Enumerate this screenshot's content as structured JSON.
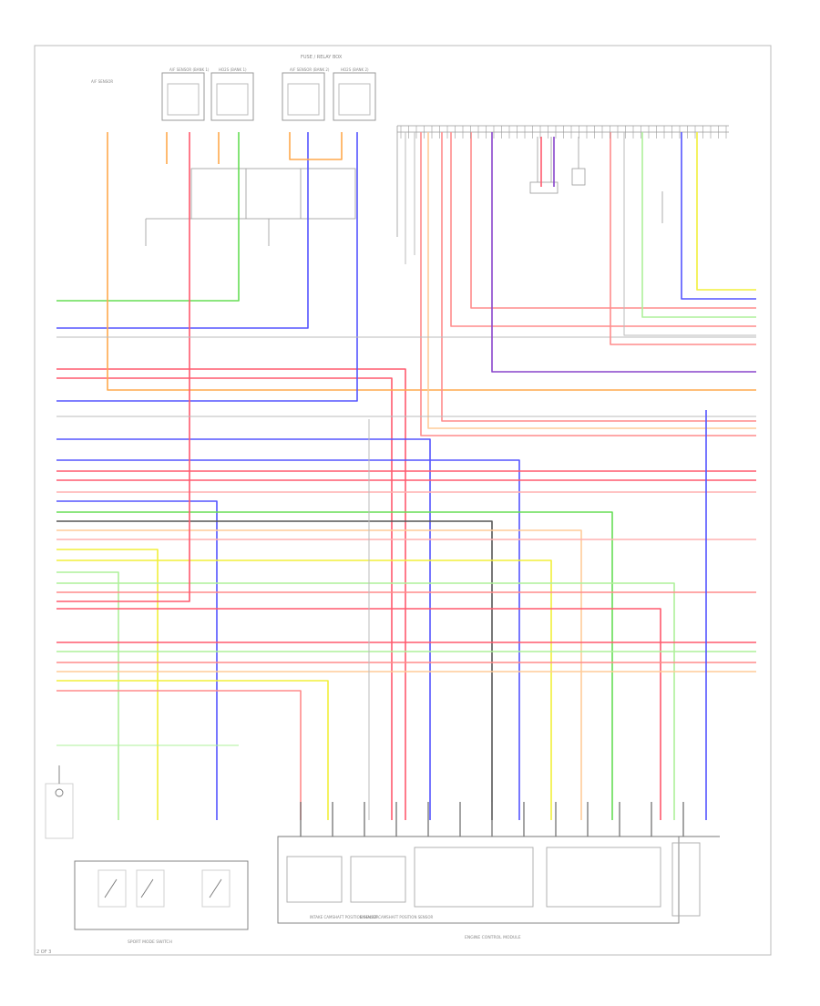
{
  "diagram": {
    "header": "FUSE / RELAY BOX",
    "top_left_label": "A/F SENSOR",
    "sensors": [
      {
        "label": "A/F SENSOR (BANK 1)"
      },
      {
        "label": "HO2S (BANK 1)"
      },
      {
        "label": "A/F SENSOR (BANK 2)"
      },
      {
        "label": "HO2S (BANK 2)"
      }
    ],
    "bottom_left_label": "SPORT MODE SWITCH",
    "bottom_right_label": "ENGINE CONTROL MODULE",
    "middle_labels": [
      {
        "text": "INTAKE CAMSHAFT POSITION SENSOR"
      },
      {
        "text": "EXHAUST CAMSHAFT POSITION SENSOR"
      }
    ],
    "page_number": "2 OF 3"
  },
  "colors": {
    "red": "#ff5a6e",
    "light_red": "#ff8c8c",
    "orange": "#ffa94d",
    "light_orange": "#ffcc99",
    "yellow": "#f2ef3a",
    "green": "#66dd55",
    "light_green": "#aef09a",
    "blue": "#5555ff",
    "purple": "#8844cc",
    "gray": "#bbbbbb",
    "dark": "#555555",
    "pink": "#ffb0b0"
  }
}
